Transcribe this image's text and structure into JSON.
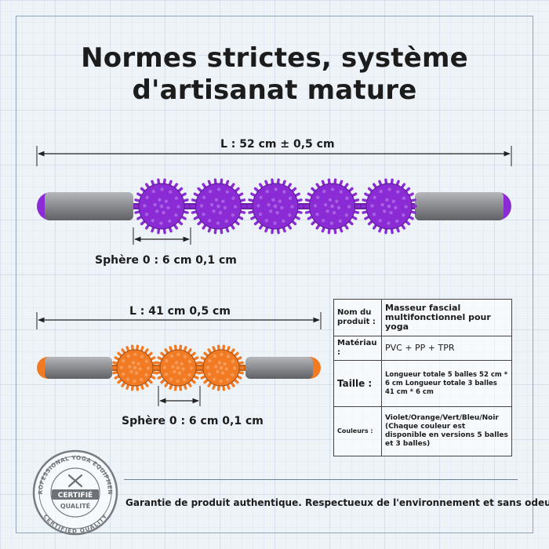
{
  "title": {
    "line1": "Normes strictes, système",
    "line2": "d'artisanat mature"
  },
  "product_large": {
    "length_label": "L : 52 cm ± 0,5 cm",
    "sphere_label": "Sphère 0 : 6 cm 0,1 cm",
    "ball_count": 5,
    "ball_color": "#8a2bd6",
    "cap_color": "#8a2bd6"
  },
  "product_small": {
    "length_label": "L : 41 cm  0,5 cm",
    "sphere_label": "Sphère 0 : 6 cm 0,1 cm",
    "ball_count": 3,
    "ball_color": "#f27a22",
    "cap_color": "#f27a22"
  },
  "spec_table": {
    "name_key": "Nom du produit :",
    "name_value": "Masseur fascial multifonctionnel pour yoga",
    "material_key": "Matériau :",
    "material_value": "PVC + PP + TPR",
    "size_key": "Taille :",
    "size_value": "Longueur totale 5 balles 52 cm * 6 cm Longueur totale 3 balles 41 cm * 6 cm",
    "colors_key": "Couleurs :",
    "colors_value": "Violet/Orange/Vert/Bleu/Noir (Chaque couleur est disponible en versions 5 balles et 3 balles)"
  },
  "footer": {
    "text": "Garantie de produit authentique. Respectueux de l'environnement et sans odeur."
  },
  "stamp": {
    "top_text": "PROFESSIONAL YOGA EQUIPMENT",
    "bottom_text": "CERTIFIED QUALITY",
    "center_line1": "CERTIFIÉ",
    "center_line2": "QUALITÉ"
  },
  "colors": {
    "handle": "#8d8f93",
    "frame": "#8fa3b8",
    "stamp": "#777c82"
  }
}
